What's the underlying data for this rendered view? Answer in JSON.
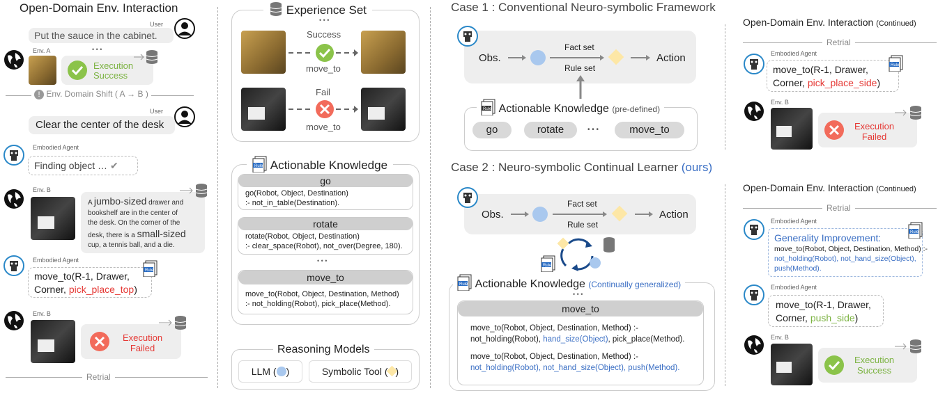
{
  "left": {
    "title": "Open-Domain Env. Interaction",
    "user_label": "User",
    "user_msg1": "Put the sauce in the cabinet.",
    "env_a": "Env. A",
    "dots": "• • •",
    "exec_success": [
      "Execution",
      "Success"
    ],
    "shift": "Env. Domain Shift ( A → B )",
    "user_msg2": "Clear the center of the desk",
    "agent_label": "Embodied Agent",
    "finding": "Finding object …",
    "env_b": "Env. B",
    "desc": [
      "A ",
      "jumbo-sized",
      " drawer and",
      "bookshelf are in the center of",
      "the desk. On the corner of the",
      "desk, there is a ",
      "small-sized",
      "cup, a tennis ball, and a die."
    ],
    "action_line1": "move_to(R-1, Drawer,",
    "action_line2a": "Corner, ",
    "action_line2b": "pick_place_top",
    "action_line2c": ")",
    "exec_failed": [
      "Execution",
      "Failed"
    ],
    "retrial": "Retrial"
  },
  "mid": {
    "exp_title": "Experience Set",
    "dots": "• • •",
    "success": "Success",
    "fail": "Fail",
    "move_to": "move_to",
    "ak_title": "Actionable Knowledge",
    "rule_icon": "Rule",
    "rules": [
      {
        "name": "go",
        "sig": "go(Robot, Object, Destination)",
        "body": ":- not_in_table(Destination)."
      },
      {
        "name": "rotate",
        "sig": "rotate(Robot, Object, Destination)",
        "body": ":- clear_space(Robot), not_over(Degree, 180)."
      },
      {
        "name": "move_to",
        "sig": "move_to(Robot, Object, Destination, Method)",
        "body": ":- not_holding(Robot), pick_place(Method)."
      }
    ],
    "reasoning_title": "Reasoning Models",
    "llm": "LLM (",
    "symbolic": "Symbolic Tool (",
    "close": ")"
  },
  "case1": {
    "title": "Case 1 : Conventional Neuro-symbolic Framework",
    "obs": "Obs.",
    "fact_set": "Fact set",
    "rule_set": "Rule set",
    "action": "Action",
    "ak_title": "Actionable Knowledge",
    "ak_note": "(pre-defined)",
    "pills": [
      "go",
      "rotate",
      "move_to"
    ],
    "dots": "• • •"
  },
  "case2": {
    "title": "Case 2 : Neuro-symbolic Continual Learner",
    "ours": "(ours)",
    "obs": "Obs.",
    "fact_set": "Fact set",
    "rule_set": "Rule set",
    "action": "Action",
    "ak_title": "Actionable Knowledge",
    "ak_note": "(Continually generalized)",
    "dots": "• • •",
    "rule_name": "move_to",
    "r1_sig": "move_to(Robot, Object, Destination, Method) :-",
    "r1_body_a": "not_holding(Robot), ",
    "r1_body_b": "hand_size(Object)",
    "r1_body_c": ", pick_place(Method).",
    "r2_sig": "move_to(Robot, Object, Destination, Method) :-",
    "r2_body": "not_holding(Robot), not_hand_size(Object),  push(Method)."
  },
  "right1": {
    "title": "Open-Domain Env. Interaction",
    "cont": "(Continued)",
    "retrial": "Retrial",
    "agent_label": "Embodied Agent",
    "line1": "move_to(R-1, Drawer,",
    "line2a": "Corner, ",
    "line2b": "pick_place_side",
    "line2c": ")",
    "env_b": "Env. B",
    "exec_failed": [
      "Execution",
      "Failed"
    ]
  },
  "right2": {
    "title": "Open-Domain Env. Interaction",
    "cont": "(Continued)",
    "retrial": "Retrial",
    "agent_label": "Embodied Agent",
    "gen_title": "Generality Improvement:",
    "gen_l1": "move_to(Robot, Object, Destination, Method) :-",
    "gen_l2": "not_holding(Robot), not_hand_size(Object),",
    "gen_l3": "push(Method).",
    "line1": "move_to(R-1, Drawer,",
    "line2a": "Corner, ",
    "line2b": "push_side",
    "line2c": ")",
    "env_b": "Env. B",
    "exec_success": [
      "Execution",
      "Success"
    ]
  }
}
